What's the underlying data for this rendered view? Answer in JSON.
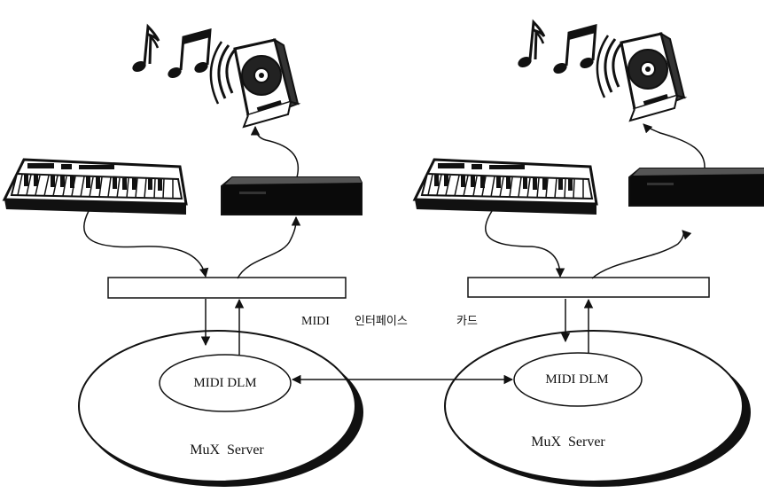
{
  "diagram": {
    "label_dlm": "MIDI DLM",
    "label_server": "MuX  Server",
    "interface_caption": {
      "prefix": "MIDI",
      "korean": "인터페이스",
      "suffix": "카드"
    }
  },
  "nodes": [
    {
      "side": "left",
      "dlm_label": "MIDI DLM",
      "server_label": "MuX  Server"
    },
    {
      "side": "right",
      "dlm_label": "MIDI DLM",
      "server_label": "MuX  Server"
    }
  ],
  "icons": [
    "music-note-icon",
    "speaker-icon",
    "keyboard-icon",
    "sound-module-icon"
  ],
  "colors": {
    "stroke": "#111111",
    "fill_dark": "#0a0a0a",
    "background": "#ffffff"
  }
}
